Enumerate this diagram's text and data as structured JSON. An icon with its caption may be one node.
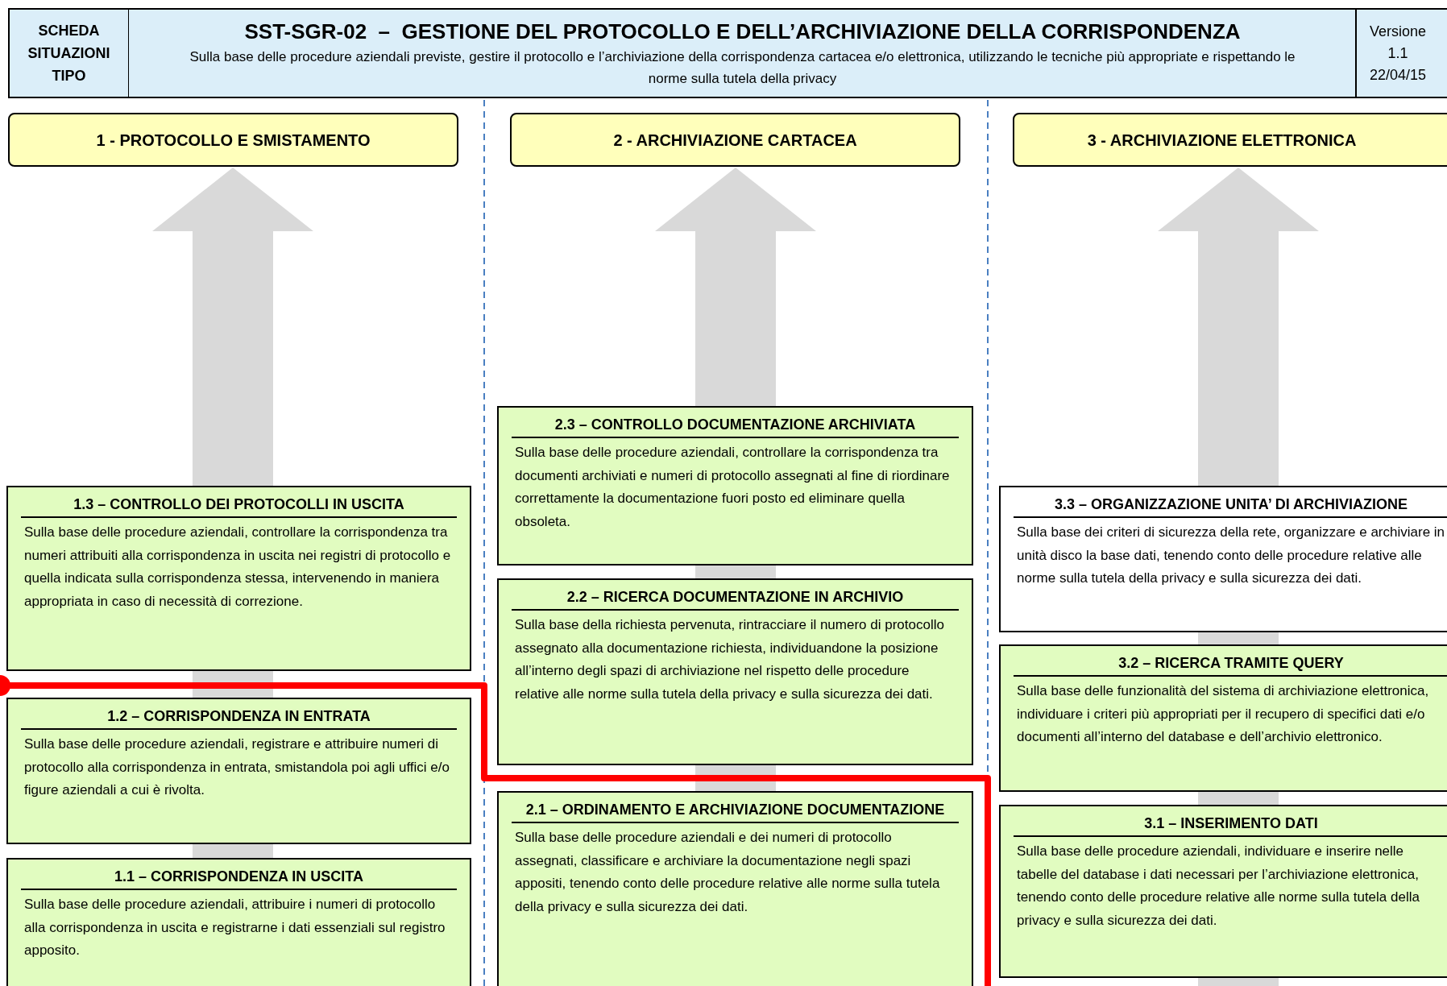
{
  "diagram": {
    "nodes": [
      {
        "text": [
          "SCHEDA SITUAZIONI TIPO"
        ]
      },
      {
        "text": [
          "SST-SGR-02  –  GESTIONE DEL PROTOCOLLO E DELL’ARCHIVIAZIONE DELLA CORRISPONDENZA",
          "Sulla base delle procedure aziendali previste, gestire il protocollo e l’archiviazione della corrispondenza cartacea e/o elettronica, utilizzando le tecniche più appropriate e rispettando le norme sulla tutela della privacy"
        ]
      },
      {
        "text": [
          "Versione",
          "1.1",
          "22/04/15"
        ]
      },
      {
        "text": [
          "1 - PROTOCOLLO E SMISTAMENTO"
        ]
      },
      {
        "text": [
          "2 - ARCHIVIAZIONE CARTACEA"
        ]
      },
      {
        "text": [
          "3 - ARCHIVIAZIONE ELETTRONICA"
        ]
      },
      {
        "text": [
          "1.3 – CONTROLLO DEI PROTOCOLLI IN USCITA",
          "Sulla base delle procedure aziendali, controllare la corrispondenza tra numeri attribuiti alla corrispondenza in uscita nei registri di protocollo e quella indicata sulla corrispondenza stessa, intervenendo in maniera appropriata in caso di necessità di correzione."
        ]
      },
      {
        "text": [
          "1.2 – CORRISPONDENZA IN ENTRATA",
          "Sulla base delle procedure aziendali, registrare e attribuire numeri di protocollo alla corrispondenza in entrata, smistandola poi agli uffici e/o figure aziendali a cui è rivolta."
        ]
      },
      {
        "text": [
          "1.1 – CORRISPONDENZA IN USCITA",
          "Sulla base delle procedure aziendali, attribuire i numeri di protocollo alla corrispondenza in uscita e registrarne i dati essenziali sul registro apposito."
        ]
      },
      {
        "text": [
          "2.3 – CONTROLLO DOCUMENTAZIONE ARCHIVIATA",
          "Sulla base delle procedure aziendali, controllare la corrispondenza tra documenti archiviati e numeri di protocollo assegnati al fine di riordinare correttamente la documentazione fuori posto ed eliminare quella obsoleta."
        ]
      },
      {
        "text": [
          "2.2 – RICERCA DOCUMENTAZIONE IN ARCHIVIO",
          "Sulla base della richiesta pervenuta, rintracciare il numero di protocollo assegnato alla documentazione richiesta, individuandone la posizione all’interno degli spazi di archiviazione nel rispetto delle procedure relative alle norme sulla tutela della privacy e sulla sicurezza dei dati."
        ]
      },
      {
        "text": [
          "2.1 – ORDINAMENTO E ARCHIVIAZIONE DOCUMENTAZIONE",
          "Sulla base delle procedure aziendali e dei numeri di protocollo assegnati, classificare e archiviare la documentazione negli spazi appositi, tenendo conto delle procedure relative alle norme sulla tutela della privacy e sulla sicurezza dei dati."
        ]
      },
      {
        "text": [
          "3.3 – ORGANIZZAZIONE UNITA’ DI ARCHIVIAZIONE",
          "Sulla base dei criteri di sicurezza della rete, organizzare e archiviare in unità disco la base dati, tenendo conto delle procedure relative alle norme sulla tutela della privacy e sulla sicurezza dei dati."
        ]
      },
      {
        "text": [
          "3.2 – RICERCA TRAMITE QUERY",
          "Sulla base delle funzionalità del sistema di archiviazione elettronica, individuare i criteri più appropriati per il recupero di specifici dati e/o documenti all’interno del database e dell’archivio elettronico."
        ]
      },
      {
        "text": [
          "3.1 – INSERIMENTO DATI",
          "Sulla base delle procedure aziendali, individuare e inserire nelle tabelle del database i dati necessari per l’archiviazione elettronica, tenendo conto delle procedure relative alle norme sulla tutela della privacy e sulla sicurezza dei dati."
        ]
      }
    ]
  }
}
